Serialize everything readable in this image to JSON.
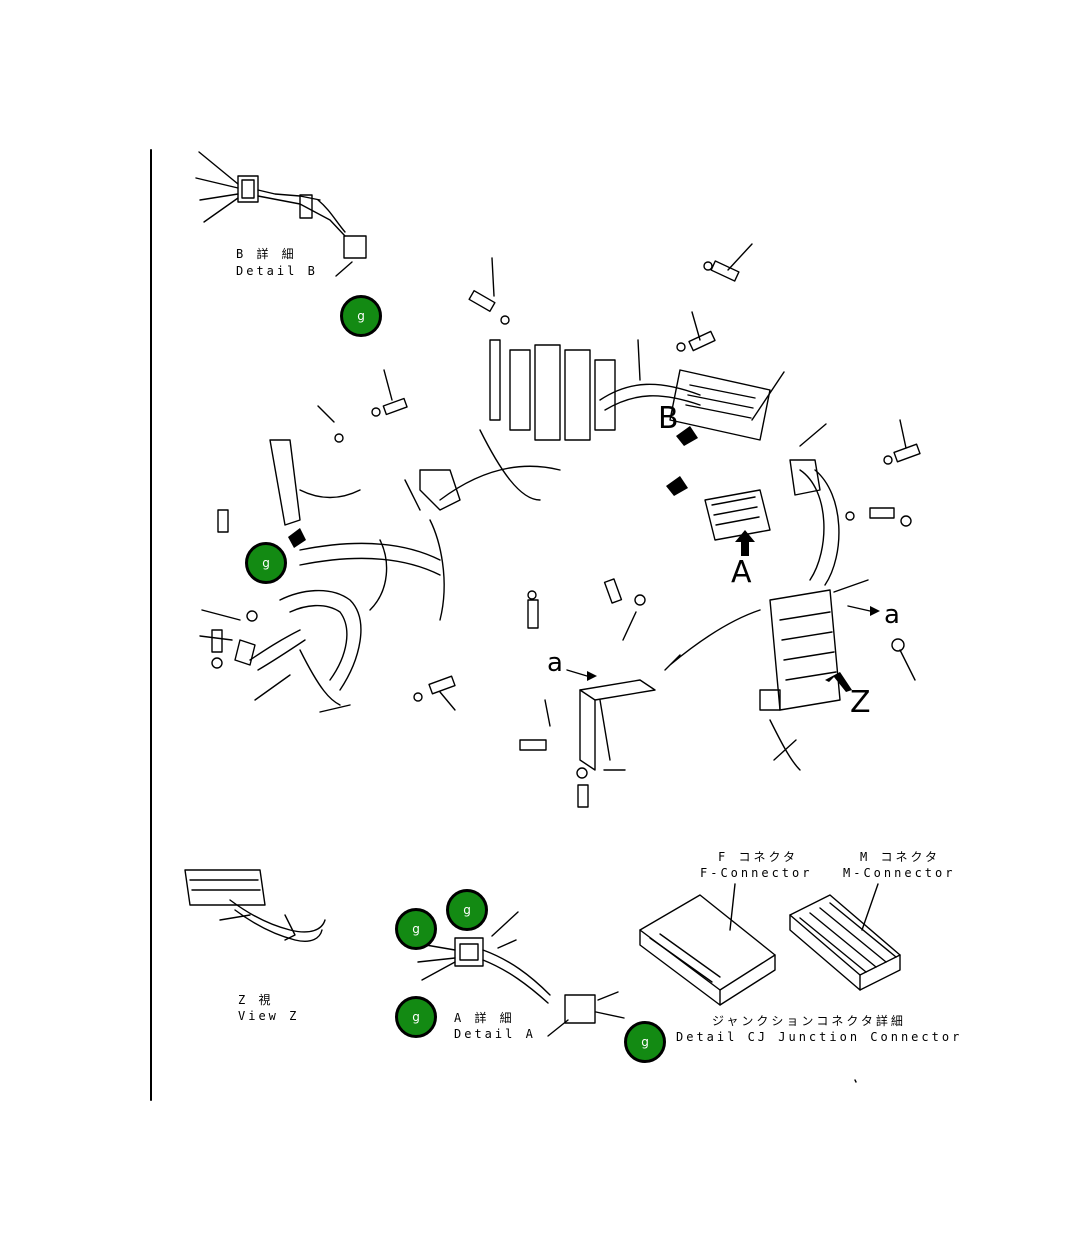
{
  "detail_b": {
    "jp": "B 詳 細",
    "en": "Detail B"
  },
  "detail_a": {
    "jp": "A 詳 細",
    "en": "Detail A"
  },
  "view_z": {
    "jp": "Z 視",
    "en": "View Z"
  },
  "f_connector": {
    "jp": "F コネクタ",
    "en": "F-Connector"
  },
  "m_connector": {
    "jp": "M コネクタ",
    "en": "M-Connector"
  },
  "junction_connector": {
    "jp": "ジャンクションコネクタ詳細",
    "en": "Detail CJ Junction Connector"
  },
  "callouts": {
    "a1": "A",
    "b1": "B",
    "z1": "Z",
    "a_small_1": "a",
    "a_small_2": "a"
  },
  "badges": {
    "label": "g",
    "color": "#138a13"
  }
}
